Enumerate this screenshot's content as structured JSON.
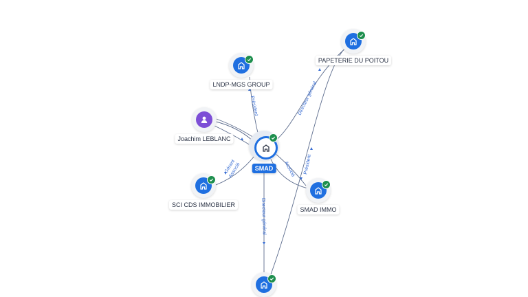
{
  "center": {
    "label": "SMAD",
    "icon": "building-icon"
  },
  "nodes": {
    "lndp": {
      "label": "LNDP-MGS GROUP",
      "icon": "building-icon"
    },
    "papeterie": {
      "label": "PAPETERIE DU POITOU",
      "icon": "building-icon"
    },
    "joachim": {
      "label": "Joachim LEBLANC",
      "icon": "person-icon"
    },
    "sci": {
      "label": "SCI CDS IMMOBILIER",
      "icon": "building-icon"
    },
    "smadimmo": {
      "label": "SMAD IMMO",
      "icon": "building-icon"
    },
    "bottom": {
      "label": "",
      "icon": "building-icon"
    }
  },
  "edge_labels": {
    "president1": "Président",
    "directeur1": "Directeur général",
    "gerant": "Gérant",
    "associe1": "Associé",
    "associe2": "Associé",
    "president2": "Président",
    "directeur2": "Directeur général"
  },
  "colors": {
    "company": "#1f6fe0",
    "person": "#7d4ed6",
    "verified": "#1e8f4e",
    "edge": "#5b6b8c",
    "edge_label": "#3b6fd4"
  }
}
